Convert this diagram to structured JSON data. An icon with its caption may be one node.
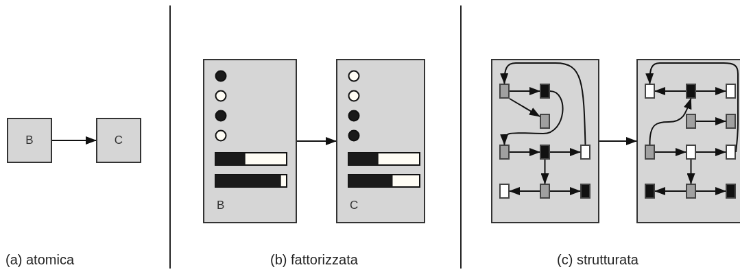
{
  "diagram": {
    "nodes": [
      {
        "text": [
          "B"
        ]
      },
      {
        "text": [
          "C"
        ]
      },
      {
        "text": [
          "B"
        ]
      },
      {
        "text": [
          "C"
        ]
      },
      {
        "text": [],
        "shape": "box"
      },
      {
        "text": [],
        "shape": "box"
      },
      {
        "text": [],
        "shape": "box",
        "in": 4
      },
      {
        "text": [],
        "shape": "box",
        "in": 4
      },
      {
        "text": [],
        "shape": "box",
        "in": 4
      },
      {
        "text": [],
        "shape": "box",
        "in": 4
      },
      {
        "text": [],
        "shape": "box",
        "in": 4
      },
      {
        "text": [],
        "shape": "box",
        "in": 4
      },
      {
        "text": [],
        "shape": "box",
        "in": 4
      },
      {
        "text": [],
        "shape": "box",
        "in": 4
      },
      {
        "text": [],
        "shape": "box",
        "in": 4
      },
      {
        "text": [],
        "shape": "box",
        "in": 5
      },
      {
        "text": [],
        "shape": "box",
        "in": 5
      },
      {
        "text": [],
        "shape": "box",
        "in": 5
      },
      {
        "text": [],
        "shape": "box",
        "in": 5
      },
      {
        "text": [],
        "shape": "box",
        "in": 5
      },
      {
        "text": [],
        "shape": "box",
        "in": 5
      },
      {
        "text": [],
        "shape": "box",
        "in": 5
      },
      {
        "text": [],
        "shape": "box",
        "in": 5
      },
      {
        "text": [],
        "shape": "box",
        "in": 5
      },
      {
        "text": [],
        "shape": "box",
        "in": 5
      },
      {
        "text": [],
        "shape": "box",
        "in": 5
      }
    ],
    "edges": [
      {
        "from": 0,
        "to": 1,
        "arrow": "to"
      },
      {
        "from": 2,
        "to": 3,
        "arrow": "to"
      },
      {
        "from": 4,
        "to": 5,
        "arrow": "to"
      },
      {
        "from": 6,
        "to": 7,
        "arrow": "to"
      },
      {
        "from": 6,
        "to": 8,
        "arrow": "to"
      },
      {
        "from": 7,
        "to": 9,
        "arrow": "to"
      },
      {
        "from": 11,
        "to": 6,
        "arrow": "to"
      },
      {
        "from": 9,
        "to": 10,
        "arrow": "to"
      },
      {
        "from": 10,
        "to": 11,
        "arrow": "to"
      },
      {
        "from": 10,
        "to": 13,
        "arrow": "to"
      },
      {
        "from": 13,
        "to": 12,
        "arrow": "to"
      },
      {
        "from": 13,
        "to": 14,
        "arrow": "to"
      },
      {
        "from": 16,
        "to": 15,
        "arrow": "to"
      },
      {
        "from": 16,
        "to": 17,
        "arrow": "to"
      },
      {
        "from": 18,
        "to": 19,
        "arrow": "to"
      },
      {
        "from": 20,
        "to": 16,
        "arrow": "to"
      },
      {
        "from": 22,
        "to": 15,
        "arrow": "to"
      },
      {
        "from": 20,
        "to": 21,
        "arrow": "to"
      },
      {
        "from": 21,
        "to": 22,
        "arrow": "to"
      },
      {
        "from": 21,
        "to": 24,
        "arrow": "to"
      },
      {
        "from": 24,
        "to": 23,
        "arrow": "to"
      },
      {
        "from": 24,
        "to": 25,
        "arrow": "to"
      }
    ],
    "labels": [
      "(a) atomica",
      "(b) fattorizzata",
      "(c) strutturata"
    ]
  }
}
